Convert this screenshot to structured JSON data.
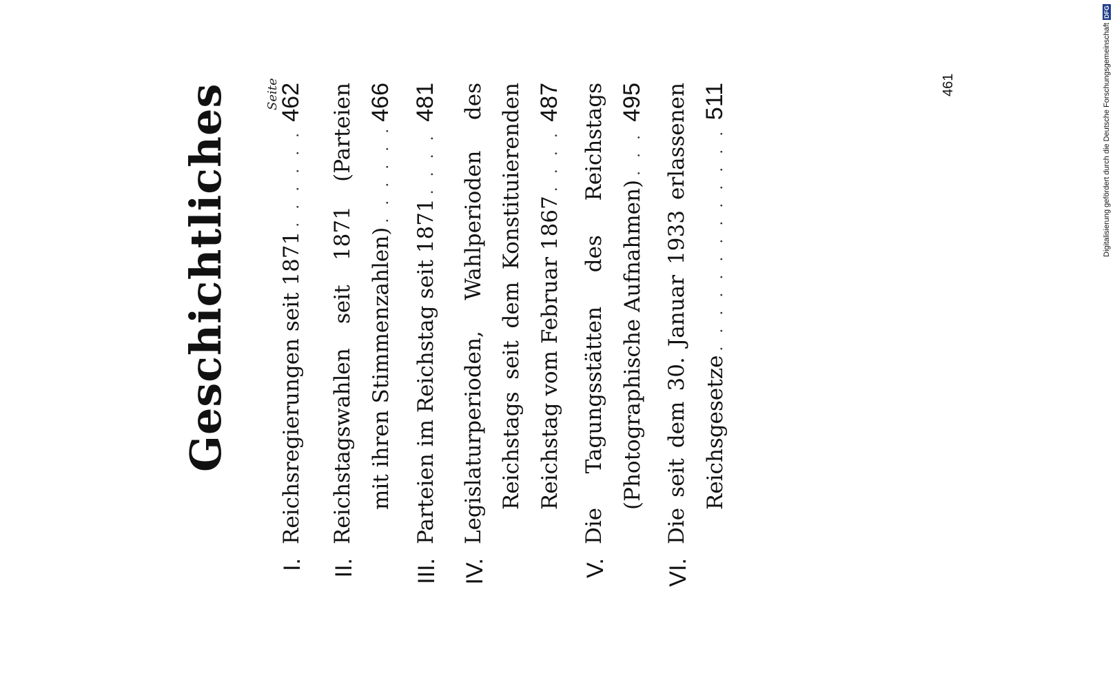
{
  "heading": "Geschichtliches",
  "page_column_label": "Seite",
  "entries": [
    {
      "numeral": "I.",
      "lines": [
        "Reichsregierungen seit 1871"
      ],
      "page": "462"
    },
    {
      "numeral": "II.",
      "lines": [
        "Reichstagswahlen seit 1871 (Parteien",
        "mit ihren Stimmenzahlen)"
      ],
      "page": "466"
    },
    {
      "numeral": "III.",
      "lines": [
        "Parteien im Reichstag seit 1871"
      ],
      "page": "481"
    },
    {
      "numeral": "IV.",
      "lines": [
        "Legislaturperioden, Wahlperioden des",
        "Reichstags seit dem Konstituierenden",
        "Reichstag vom Februar 1867"
      ],
      "page": "487"
    },
    {
      "numeral": "V.",
      "lines": [
        "Die Tagungsstätten des Reichstags",
        "(Photographische Aufnahmen)"
      ],
      "page": "495"
    },
    {
      "numeral": "VI.",
      "lines": [
        "Die seit dem 30. Januar 1933 erlassenen",
        "Reichsgesetze"
      ],
      "page": "511"
    }
  ],
  "folio": "461",
  "credit": {
    "text": "Digitalisierung gefördert durch die Deutsche Forschungsgemeinschaft",
    "logo": "DFG"
  }
}
